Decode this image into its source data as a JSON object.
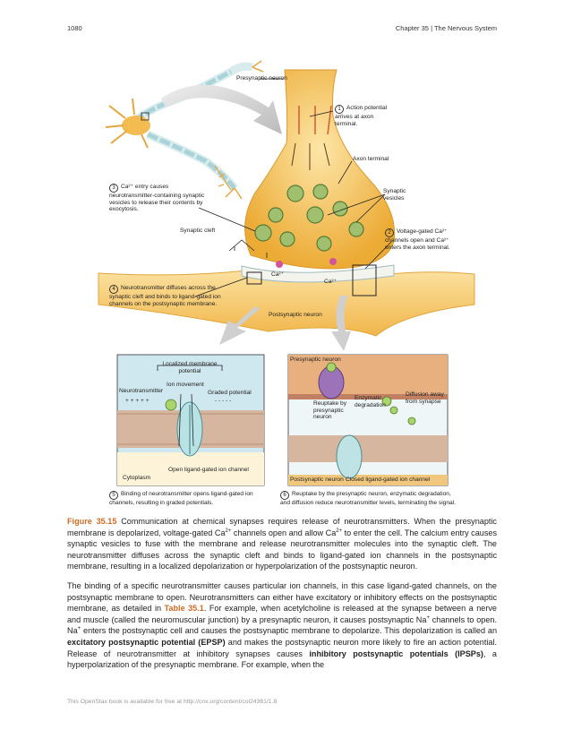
{
  "header": {
    "page_number": "1080",
    "chapter": "Chapter 35 | The Nervous System"
  },
  "figure": {
    "labels": {
      "presynaptic_neuron": "Presynaptic neuron",
      "step1": "Action potential arrives at axon terminal.",
      "axon_terminal": "Axon terminal",
      "synaptic_vesicles": "Synaptic vesicles",
      "step2": "Voltage-gated Ca²⁺ channels open and Ca²⁺ enters the axon terminal.",
      "step3": "Ca²⁺ entry causes neurotransmitter-containing synaptic vesicles to release their contents by exocytosis.",
      "synaptic_cleft": "Synaptic cleft",
      "step4": "Neurotransmitter diffuses across the synaptic cleft and binds to ligand-gated ion channels on the postsynaptic membrane.",
      "ca_left": "Ca²⁺",
      "ca_right": "Ca²⁺",
      "postsynaptic_neuron": "Postsynaptic neuron",
      "localized_potential": "Localized membrane potential",
      "ion_movement": "Ion movement",
      "neurotransmitter": "Neurotransmitter",
      "graded_potential": "Graded potential",
      "open_channel": "Open ligand-gated ion channel",
      "cytoplasm": "Cytoplasm",
      "presynaptic_neuron_box": "Presynaptic neuron",
      "reuptake": "Reuptake by presynaptic neuron",
      "enzymatic": "Enzymatic degradation",
      "diffusion": "Diffusion away from synapse",
      "postsynaptic_neuron_box": "Postsynaptic neuron",
      "closed_channel": "Closed ligand-gated ion channel",
      "step5": "Binding of neurotransmitter opens ligand-gated ion channels, resulting in graded potentials.",
      "step6": "Reuptake by the presynaptic neuron, enzymatic degradation, and diffusion reduce neurotransmitter levels, terminating the signal.",
      "n1": "1",
      "n2": "2",
      "n3": "3",
      "n4": "4",
      "n5": "5",
      "n6": "6",
      "plus_row": "+ + + + +",
      "minus_row": "- - - - -"
    }
  },
  "caption": {
    "fig_label": "Figure 35.15",
    "text1": " Communication at chemical synapses requires release of neurotransmitters. When the presynaptic membrane is depolarized, voltage-gated Ca",
    "sup1": "2+",
    "text2": " channels open and allow Ca",
    "sup2": "2+",
    "text3": " to enter the cell. The calcium entry causes synaptic vesicles to fuse with the membrane and release neurotransmitter molecules into the synaptic cleft. The neurotransmitter diffuses across the synaptic cleft and binds to ligand-gated ion channels in the postsynaptic membrane, resulting in a localized depolarization or hyperpolarization of the postsynaptic neuron."
  },
  "body": {
    "p1": "The binding of a specific neurotransmitter causes particular ion channels, in this case ligand-gated channels, on the postsynaptic membrane to open. Neurotransmitters can either have excitatory or inhibitory effects on the postsynaptic membrane, as detailed in ",
    "table_ref": "Table 35.1",
    "p2": ". For example, when acetylcholine is released at the synapse between a nerve and muscle (called the neuromuscular junction) by a presynaptic neuron, it causes postsynaptic Na",
    "sup_na": "+",
    "p3": " channels to open. Na",
    "sup_na2": "+",
    "p4": " enters the postsynaptic cell and causes the postsynaptic membrane to depolarize. This depolarization is called an ",
    "epsp": "excitatory postsynaptic potential (EPSP)",
    "p5": " and makes the postsynaptic neuron more likely to fire an action potential. Release of neurotransmitter at inhibitory synapses causes ",
    "ipsp": "inhibitory postsynaptic potentials (IPSPs)",
    "p6": ", a hyperpolarization of the presynaptic membrane. For example, when the"
  },
  "footer": {
    "text": "This OpenStax book is available for free at http://cnx.org/content/col24361/1.8"
  },
  "colors": {
    "neuron_fill": "#f3b23a",
    "neuron_light": "#fde6a8",
    "vesicle": "#8bb062",
    "caption_accent": "#cf6b23",
    "membrane": "#b77a52"
  }
}
